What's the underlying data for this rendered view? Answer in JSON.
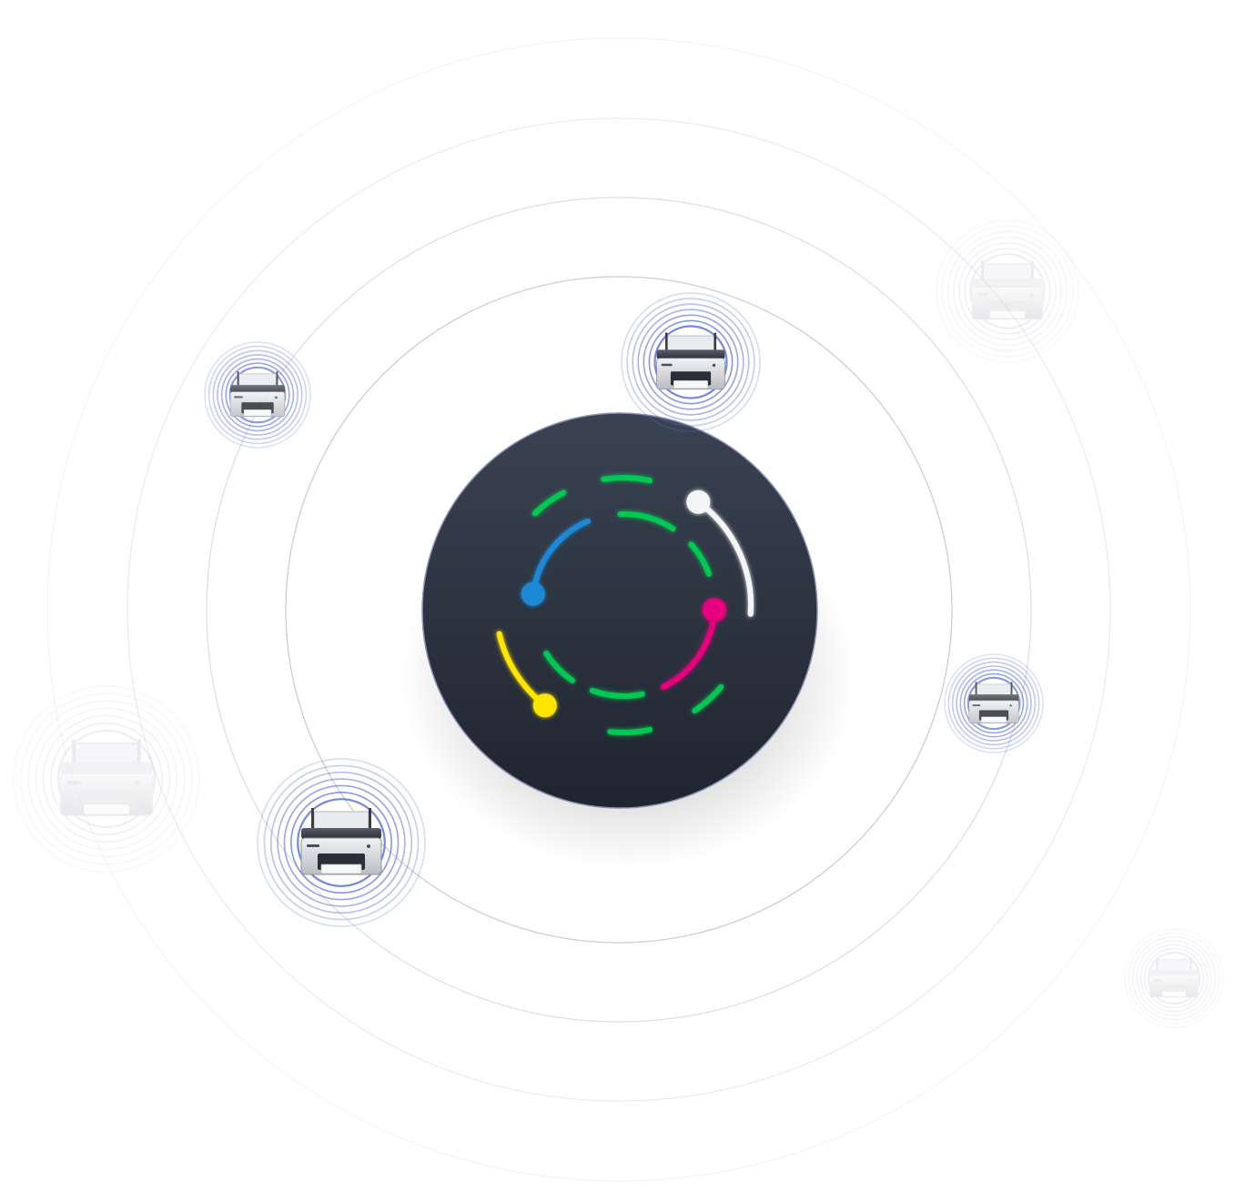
{
  "colors": {
    "background": "#ffffff",
    "orbit_ring": "#b9bccb",
    "hub_top": "#3a4352",
    "hub_bottom": "#1f252f",
    "hub_border": "#8b8fb2",
    "signal_ring": "#5b74d8",
    "logo_green": "#00c853",
    "logo_blue": "#1e88d6",
    "logo_yellow": "#ffe600",
    "logo_magenta": "#e6007e",
    "logo_white": "#f4f5f7"
  },
  "hub": {
    "logo_icon": "print-management-logo-icon"
  },
  "printers": [
    {
      "icon": "printer-icon",
      "state": "active",
      "emphasis": 1.0
    },
    {
      "icon": "printer-icon",
      "state": "active",
      "emphasis": 1.0
    },
    {
      "icon": "printer-icon",
      "state": "active",
      "emphasis": 0.85
    },
    {
      "icon": "printer-icon",
      "state": "active",
      "emphasis": 0.85
    },
    {
      "icon": "printer-icon",
      "state": "inactive",
      "emphasis": 0.35
    },
    {
      "icon": "printer-icon",
      "state": "inactive",
      "emphasis": 0.35
    },
    {
      "icon": "printer-icon",
      "state": "inactive",
      "emphasis": 0.35
    }
  ]
}
